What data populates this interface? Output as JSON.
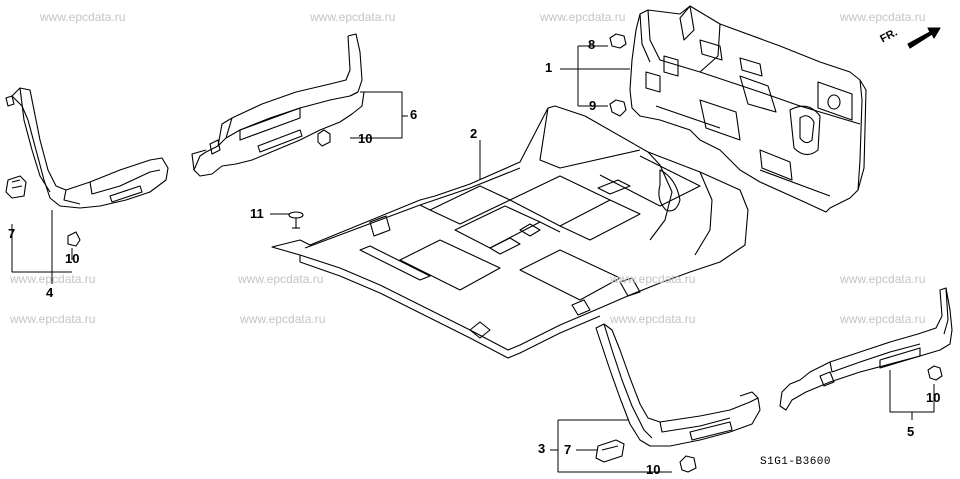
{
  "watermark": "www.epcdata.ru",
  "diagram_code": "S1G1-B3600",
  "direction_label": "FR.",
  "callouts": {
    "c1": "1",
    "c2": "2",
    "c3": "3",
    "c4": "4",
    "c5": "5",
    "c6": "6",
    "c7a": "7",
    "c7b": "7",
    "c8": "8",
    "c9": "9",
    "c10a": "10",
    "c10b": "10",
    "c10c": "10",
    "c10d": "10",
    "c11": "11"
  }
}
